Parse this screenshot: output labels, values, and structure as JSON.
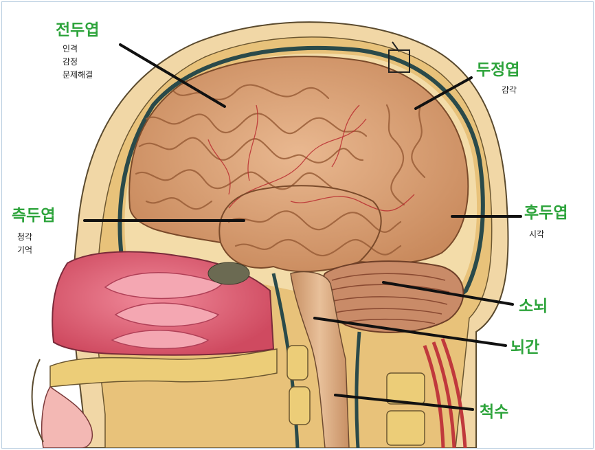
{
  "colors": {
    "label_green": "#2ea43c",
    "leader": "#111111"
  },
  "labels": {
    "frontal": {
      "name": "전두엽",
      "functions": [
        "인격",
        "감정",
        "문제해결"
      ]
    },
    "parietal": {
      "name": "두정엽",
      "functions": [
        "감각"
      ]
    },
    "temporal": {
      "name": "측두엽",
      "functions": [
        "청각",
        "기억"
      ]
    },
    "occipital": {
      "name": "후두엽",
      "functions": [
        "시각"
      ]
    },
    "cerebellum": {
      "name": "소뇌"
    },
    "brainstem": {
      "name": "뇌간"
    },
    "spinal_cord": {
      "name": "척수"
    }
  }
}
